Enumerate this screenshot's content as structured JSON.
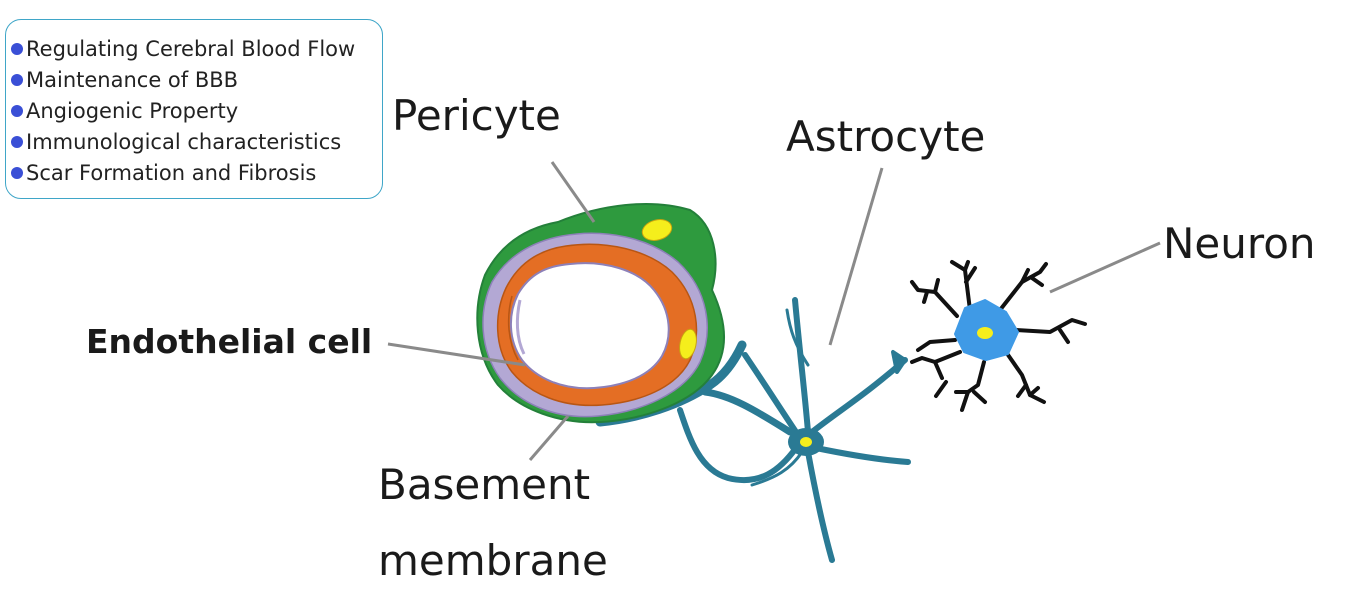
{
  "functions": {
    "items": [
      "Regulating Cerebral Blood Flow",
      "Maintenance of BBB",
      "Angiogenic Property",
      "Immunological characteristics",
      "Scar Formation and Fibrosis"
    ],
    "bullet_color": "#3a4fd6",
    "border_color": "#3fa6c8"
  },
  "labels": {
    "pericyte": "Pericyte",
    "astrocyte": "Astrocyte",
    "neuron": "Neuron",
    "endothelial": "Endothelial cell",
    "basement_line1": "Basement",
    "basement_line2": "membrane"
  },
  "colors": {
    "pericyte": "#2e9a3e",
    "basement_membrane": "#b3a8d4",
    "endothelial": "#e46e24",
    "astrocyte": "#2a7a94",
    "neuron_body": "#3f9ae6",
    "nucleus": "#f5ee1c",
    "neuron_processes": "#111111",
    "leader_lines": "#8a8a8a"
  }
}
